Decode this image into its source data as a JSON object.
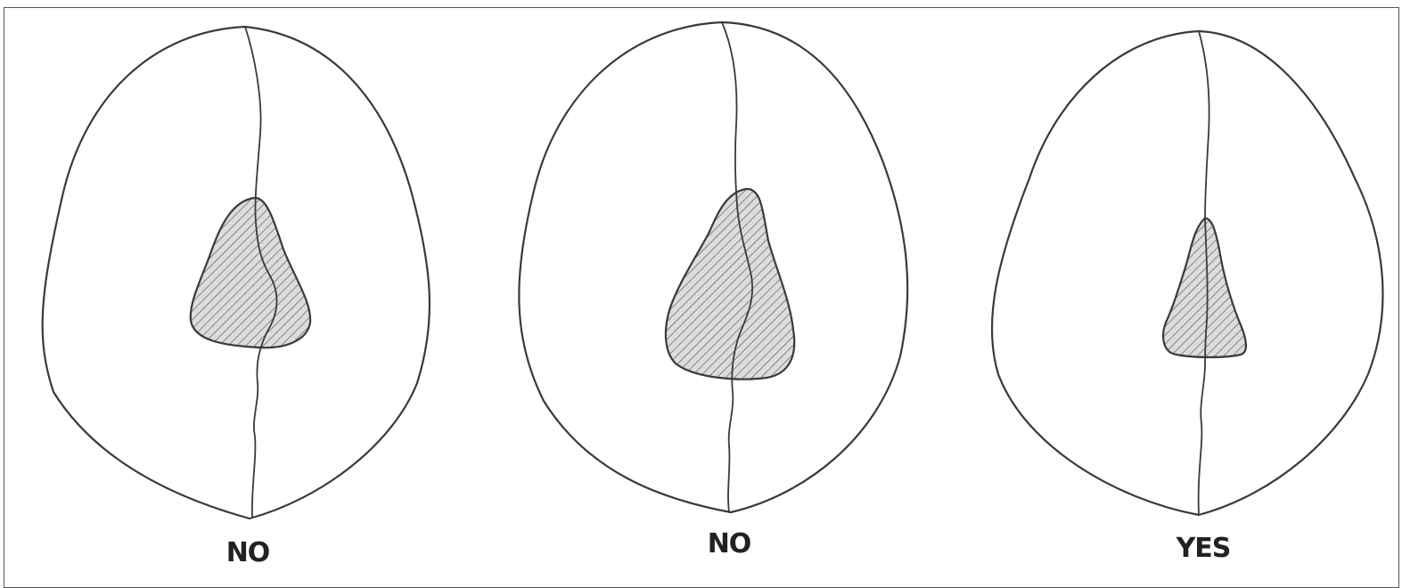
{
  "figure": {
    "panels": [
      {
        "label": "NO"
      },
      {
        "label": "NO"
      },
      {
        "label": "YES"
      }
    ],
    "colors": {
      "line": "#3a3a3a",
      "hatch_fill": "#d9d9d9",
      "hatch_line": "#555555",
      "background": "#ffffff"
    }
  }
}
